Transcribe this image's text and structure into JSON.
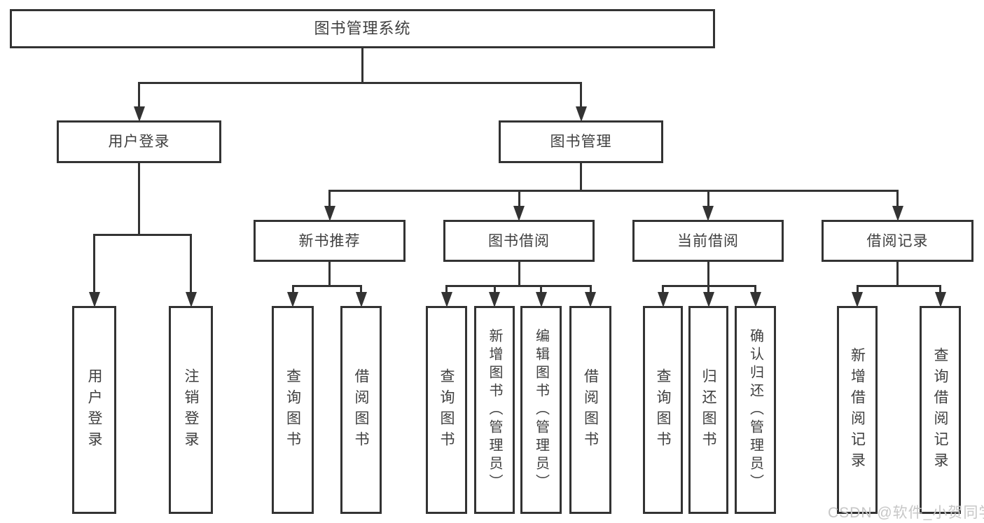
{
  "diagram": {
    "title": "图书管理系统",
    "watermark": "CSDN @软件_小贺同学",
    "colors": {
      "line": "#333333",
      "border": "#333333",
      "text": "#3f3f3f",
      "background": "#ffffff",
      "watermark": "#c7c7c7"
    },
    "nodes": [
      {
        "id": "root",
        "label": "图书管理系统",
        "orientation": "horizontal"
      },
      {
        "id": "user-login",
        "label": "用户登录",
        "orientation": "horizontal"
      },
      {
        "id": "book-mgmt",
        "label": "图书管理",
        "orientation": "horizontal"
      },
      {
        "id": "new-book-rec",
        "label": "新书推荐",
        "orientation": "horizontal"
      },
      {
        "id": "book-borrow",
        "label": "图书借阅",
        "orientation": "horizontal"
      },
      {
        "id": "current-borrow",
        "label": "当前借阅",
        "orientation": "horizontal"
      },
      {
        "id": "borrow-records",
        "label": "借阅记录",
        "orientation": "horizontal"
      },
      {
        "id": "user-login-leaf",
        "label": "用户登录",
        "orientation": "vertical"
      },
      {
        "id": "logout-leaf",
        "label": "注销登录",
        "orientation": "vertical"
      },
      {
        "id": "query-books-1",
        "label": "查询图书",
        "orientation": "vertical"
      },
      {
        "id": "borrow-books-1",
        "label": "借阅图书",
        "orientation": "vertical"
      },
      {
        "id": "query-books-2",
        "label": "查询图书",
        "orientation": "vertical"
      },
      {
        "id": "add-book-admin",
        "label": "新增图书（管理员）",
        "orientation": "vertical"
      },
      {
        "id": "edit-book-admin",
        "label": "编辑图书（管理员）",
        "orientation": "vertical"
      },
      {
        "id": "borrow-books-2",
        "label": "借阅图书",
        "orientation": "vertical"
      },
      {
        "id": "query-books-3",
        "label": "查询图书",
        "orientation": "vertical"
      },
      {
        "id": "return-book",
        "label": "归还图书",
        "orientation": "vertical"
      },
      {
        "id": "confirm-return-admin",
        "label": "确认归还（管理员）",
        "orientation": "vertical"
      },
      {
        "id": "add-borrow-record",
        "label": "新增借阅记录",
        "orientation": "vertical"
      },
      {
        "id": "query-borrow-record",
        "label": "查询借阅记录",
        "orientation": "vertical"
      }
    ],
    "edges": [
      {
        "parent": "root",
        "children": [
          "user-login",
          "book-mgmt"
        ]
      },
      {
        "parent": "user-login",
        "children": [
          "user-login-leaf",
          "logout-leaf"
        ]
      },
      {
        "parent": "book-mgmt",
        "children": [
          "new-book-rec",
          "book-borrow",
          "current-borrow",
          "borrow-records"
        ]
      },
      {
        "parent": "new-book-rec",
        "children": [
          "query-books-1",
          "borrow-books-1"
        ]
      },
      {
        "parent": "book-borrow",
        "children": [
          "query-books-2",
          "add-book-admin",
          "edit-book-admin",
          "borrow-books-2"
        ]
      },
      {
        "parent": "current-borrow",
        "children": [
          "query-books-3",
          "return-book",
          "confirm-return-admin"
        ]
      },
      {
        "parent": "borrow-records",
        "children": [
          "add-borrow-record",
          "query-borrow-record"
        ]
      }
    ]
  }
}
